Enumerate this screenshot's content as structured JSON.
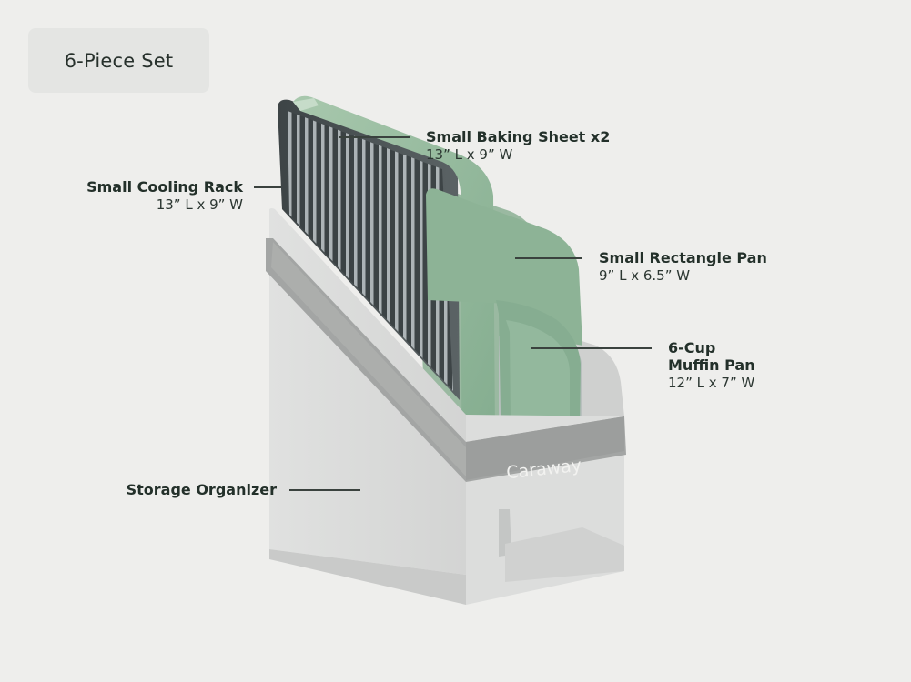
{
  "badge": {
    "label": "6-Piece Set"
  },
  "product": {
    "brand": "Caraway"
  },
  "callouts": {
    "baking_sheet": {
      "name": "Small Baking Sheet x2",
      "dims": "13” L x 9” W"
    },
    "cooling_rack": {
      "name": "Small Cooling Rack",
      "dims": "13” L x 9” W"
    },
    "rectangle_pan": {
      "name": "Small Rectangle Pan",
      "dims": "9” L x 6.5” W"
    },
    "muffin_pan": {
      "name_line1": "6-Cup",
      "name_line2": "Muffin Pan",
      "dims": "12” L x 7” W"
    },
    "organizer": {
      "name": "Storage Organizer"
    }
  },
  "colors": {
    "background": "#eeeeec",
    "sage_green": "#8fb69a",
    "organizer_gray": "#d6d7d6",
    "strap_gray": "#9a9c9b"
  }
}
